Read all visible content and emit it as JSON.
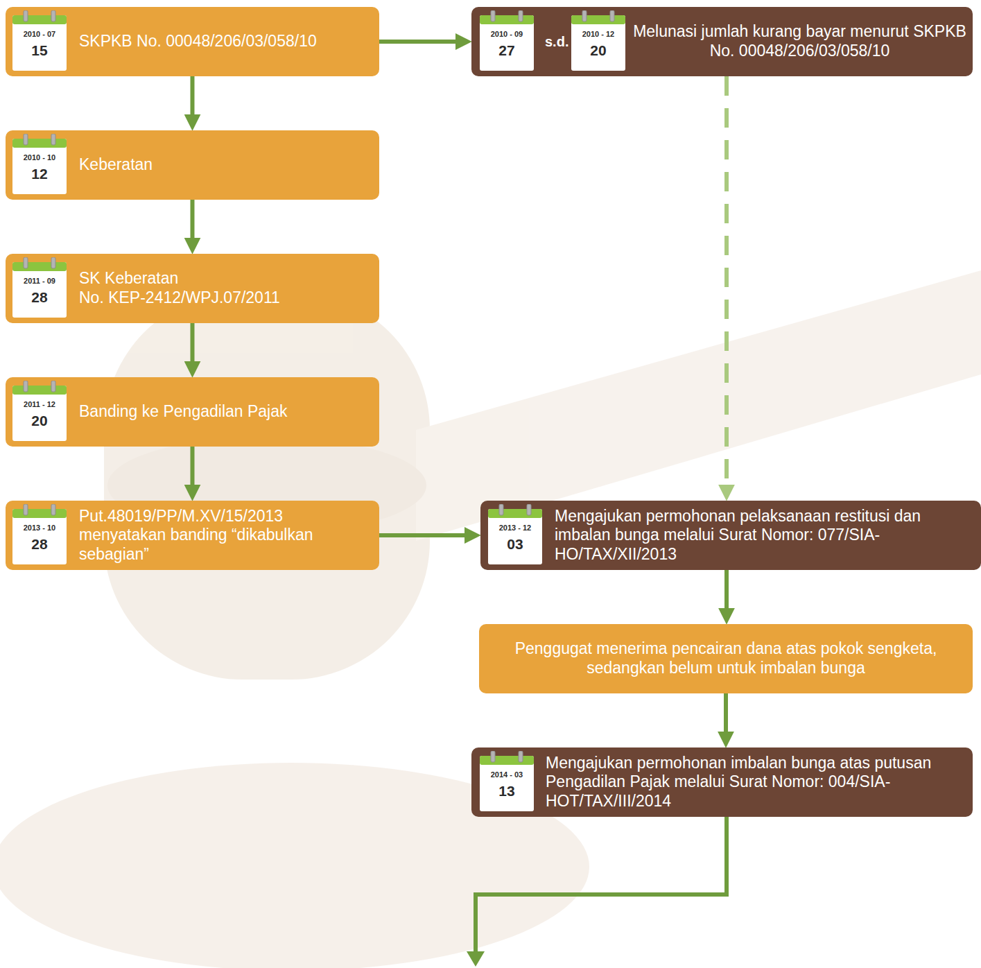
{
  "diagram": {
    "nodes": [
      {
        "text": [
          "SKPKB No. 00048/206/03/058/10"
        ]
      },
      {
        "text": [
          "2010 - 07",
          "15"
        ],
        "in": 0
      },
      {
        "text": [
          "s.d.",
          "Melunasi jumlah kurang bayar menurut SKPKB No. 00048/206/03/058/10"
        ]
      },
      {
        "text": [
          "2010 - 09",
          "27"
        ],
        "in": 2
      },
      {
        "text": [
          "2010 - 12",
          "20"
        ],
        "in": 2
      },
      {
        "text": [
          "Keberatan"
        ]
      },
      {
        "text": [
          "2010 - 10",
          "12"
        ],
        "in": 5
      },
      {
        "text": [
          "SK Keberatan",
          "No. KEP-2412/WPJ.07/2011"
        ]
      },
      {
        "text": [
          "2011 - 09",
          "28"
        ],
        "in": 7
      },
      {
        "text": [
          "Banding ke Pengadilan Pajak"
        ]
      },
      {
        "text": [
          "2011 - 12",
          "20"
        ],
        "in": 9
      },
      {
        "text": [
          "Put.48019/PP/M.XV/15/2013 menyatakan banding “dikabulkan sebagian”"
        ]
      },
      {
        "text": [
          "2013 - 10",
          "28"
        ],
        "in": 11
      },
      {
        "text": [
          "Mengajukan permohonan pelaksanaan restitusi dan imbalan bunga melalui Surat Nomor: 077/SIA-HO/TAX/XII/2013"
        ]
      },
      {
        "text": [
          "2013 - 12",
          "03"
        ],
        "in": 13
      },
      {
        "text": [
          "Penggugat menerima pencairan dana atas pokok sengketa, sedangkan belum untuk imbalan bunga"
        ]
      },
      {
        "text": [
          "Mengajukan permohonan imbalan bunga atas putusan Pengadilan Pajak melalui Surat Nomor: 004/SIA-HOT/TAX/III/2014"
        ]
      },
      {
        "text": [
          "2014 - 03",
          "13"
        ],
        "in": 16
      }
    ],
    "edges": [
      {
        "from": 0,
        "to": 2,
        "arrow": "to"
      },
      {
        "from": 0,
        "to": 5,
        "arrow": "to"
      },
      {
        "from": 5,
        "to": 7,
        "arrow": "to"
      },
      {
        "from": 7,
        "to": 9,
        "arrow": "to"
      },
      {
        "from": 9,
        "to": 11,
        "arrow": "to"
      },
      {
        "from": 11,
        "to": 13,
        "arrow": "to"
      },
      {
        "from": 2,
        "to": 13,
        "arrow": "to"
      },
      {
        "from": 13,
        "to": 15,
        "arrow": "to"
      },
      {
        "from": 15,
        "to": 16,
        "arrow": "to"
      }
    ]
  }
}
